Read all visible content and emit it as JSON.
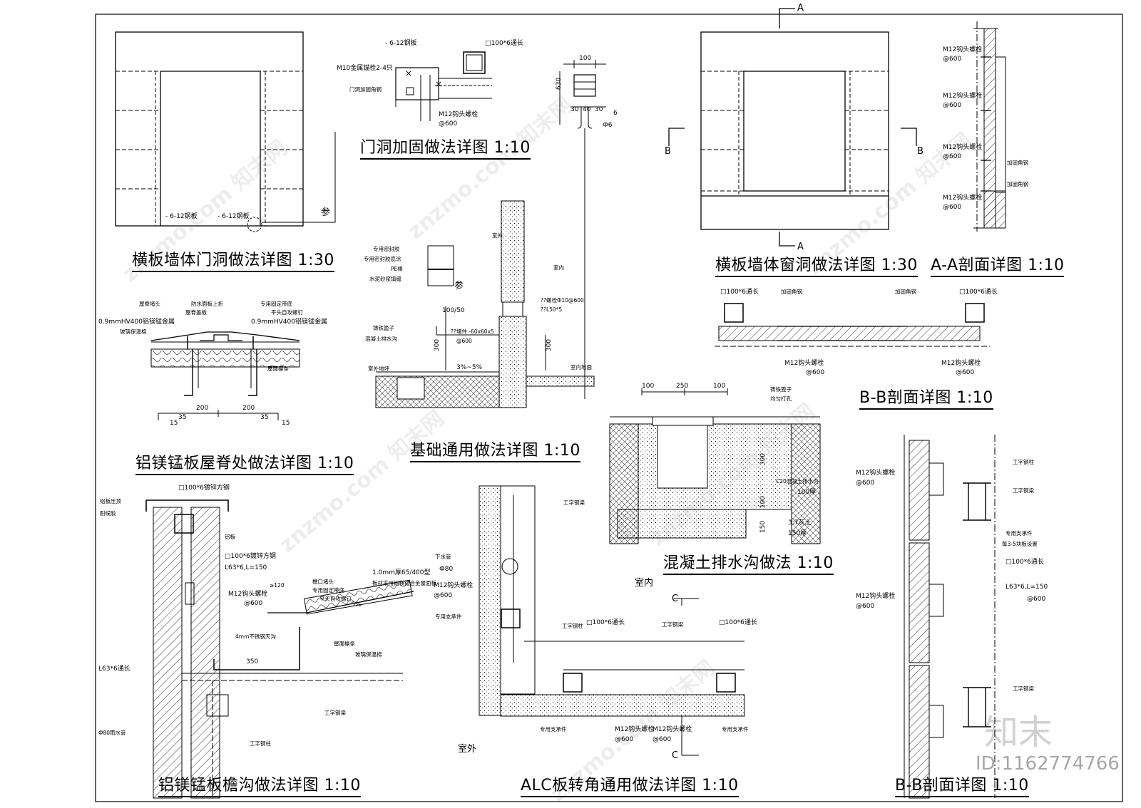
{
  "titles": {
    "door_opening": "横板墙体门洞做法详图 1:30",
    "door_reinforce": "门洞加固做法详图 1:10",
    "window_opening": "横板墙体窗洞做法详图 1:30",
    "aa_section": "A-A剖面详图 1:10",
    "ridge": "铝镁锰板屋脊处做法详图 1:10",
    "foundation": "基础通用做法详图 1:10",
    "bb_section_top": "B-B剖面详图 1:10",
    "drain": "混凝土排水沟做法 1:10",
    "gutter": "铝镁锰板檐沟做法详图 1:10",
    "alc_corner": "ALC板转角通用做法详图 1:10",
    "bb_section_bottom": "B-B剖面详图 1:10"
  },
  "labels": {
    "plate_6_12": "- 6-12钢板",
    "plate_6_12b": "- 6-12钢板",
    "see": "参",
    "rect_tube_100_6": "□100*6通长",
    "m10_anchor": "M10金属锚栓2-4只",
    "door_angle": "门洞加固角钢",
    "m12_bolt": "M12钩头螺栓",
    "at600": "@600",
    "dim_100": "100",
    "dim_630": "630",
    "dim_30": "30",
    "dim_40": "40",
    "dim_6": "6",
    "dim_100v": "100",
    "phi6": "Ф6",
    "sec_a": "A",
    "sec_b": "B",
    "sec_c": "C",
    "reinforce_angle": "加固角钢",
    "roof_ridge_cap": "屋脊堵头",
    "ridge_board": "屋脊盖板",
    "ridge_seal": "防水面板上折",
    "special_clip": "专用固定带底",
    "pan_screw": "平头自攻螺钉",
    "hv400": "0.9mmHV400铝镁锰金属",
    "glass_wool": "玻璃保温棉",
    "purlin": "屋面檩条",
    "dim_200": "200",
    "dim_35": "35",
    "dim_15": "15",
    "sealant": "专用密封胶",
    "sealant_coat": "专用密封胶底涂",
    "pe_rod": "PE棒",
    "mortar": "水泥砂浆填缝",
    "cast_grate": "铸铁篦子",
    "concrete_drain": "混凝土排水沟",
    "outdoor": "室外",
    "indoor": "室内",
    "outdoor_ground": "室外地坪",
    "indoor_ground": "室内地面",
    "slope": "3%~5%",
    "dim_100_50": "100/50",
    "dim_300": "300",
    "embed_plate": "??埋件 -60x60x5",
    "angle_l50": "??L50*5",
    "bolt_10": "??螺栓Ф10@600",
    "dim_250": "250",
    "cast_grate2": "铸铁篦子",
    "even_holes": "均匀打孔",
    "c20_drain": "C20混凝土排水沟",
    "thick_100": "100厚",
    "lime_soil": "3:7灰土",
    "thick_150": "150厚",
    "dim_150": "150",
    "alu_cap": "铝板压顶",
    "rivet": "耐候胶",
    "tube_galv": "□100*6镀锌方钢",
    "tube_galv2": "□100*6镀锌方钢",
    "alu_plate": "铝板",
    "angle_l63": "L63*6,L=150",
    "angle_l63_long": "L63*6通长",
    "gutter_end": "檐口堵头",
    "panel_1mm": "1.0mm厚65/400型",
    "panel_desc": "板材采用铝镁锰合金屋面板",
    "slope5": "5%",
    "gt120": "≥120",
    "ss_gutter": "4mm不锈钢天沟",
    "dim_350": "350",
    "i_beam": "工字钢梁",
    "i_column": "工字钢柱",
    "downpipe": "Ф80雨水管",
    "downpipe2": "下水管",
    "phi80": "Ф80",
    "special_support": "专用支承件",
    "special_support_every": "每3-5块板设置",
    "brand": "知末",
    "id": "ID:1162774766"
  },
  "watermark": "znzmo.com 知末网"
}
